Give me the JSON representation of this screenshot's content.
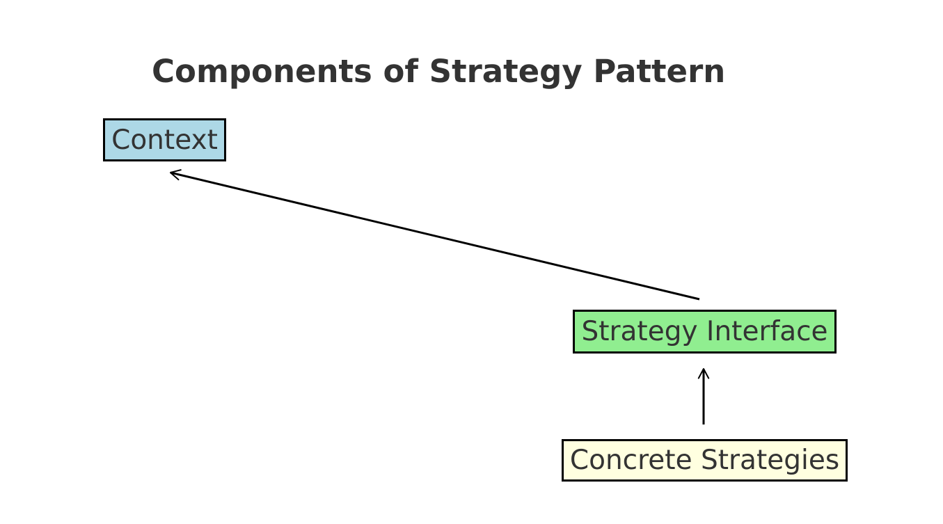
{
  "diagram": {
    "title": "Components of Strategy Pattern",
    "title_color": "#333333",
    "background_color": "#ffffff",
    "edge_color": "#000000",
    "node_border_color": "#000000",
    "node_text_color": "#333333",
    "nodes": [
      {
        "id": "context",
        "label": "Context",
        "fill": "#add8e6"
      },
      {
        "id": "strategy-interface",
        "label": "Strategy Interface",
        "fill": "#90ee90"
      },
      {
        "id": "concrete-strategies",
        "label": "Concrete Strategies",
        "fill": "#ffffe0"
      }
    ],
    "edges": [
      {
        "from": "strategy-interface",
        "to": "context",
        "style": "open-arrowhead"
      },
      {
        "from": "concrete-strategies",
        "to": "strategy-interface",
        "style": "open-arrowhead"
      }
    ]
  }
}
